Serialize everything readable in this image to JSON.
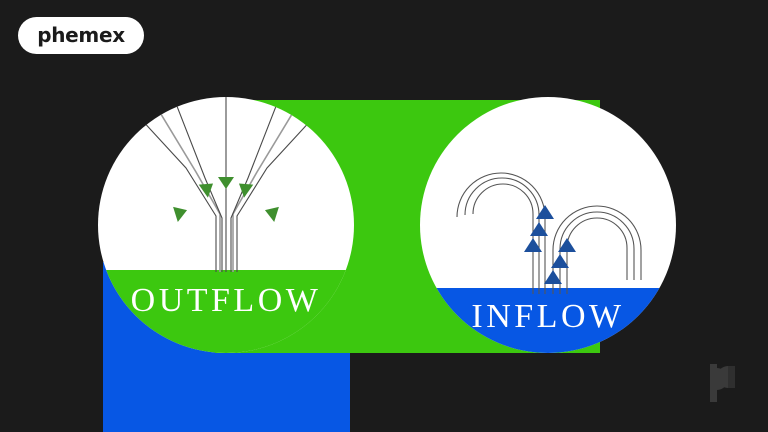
{
  "brand": {
    "logo_text": "phemex",
    "logo_icon": "phemex-wordmark",
    "watermark_icon": "phemex-monogram-watermark"
  },
  "colors": {
    "background": "#1b1b1b",
    "green": "#3cc80f",
    "blue": "#0757e4",
    "white": "#ffffff",
    "outflow_arrow": "#3f8f2e",
    "inflow_arrow": "#1c4f9c",
    "line_stroke": "#4a4a4a",
    "label_text": "#ffffff"
  },
  "panels": [
    {
      "id": "outflow",
      "label": "OUTFLOW",
      "icon": "diverging-arrows-icon",
      "arrow_color": "#3f8f2e",
      "base_color": "#3cc80f",
      "backdrop_color": "#0757e4",
      "arrow_count": 5,
      "direction": "outward"
    },
    {
      "id": "inflow",
      "label": "INFLOW",
      "icon": "arched-return-arrows-icon",
      "arrow_color": "#1c4f9c",
      "base_color": "#0757e4",
      "backdrop_color": "#3cc80f",
      "arch_groups": 2,
      "arcs_per_group": 3,
      "direction": "inward"
    }
  ]
}
